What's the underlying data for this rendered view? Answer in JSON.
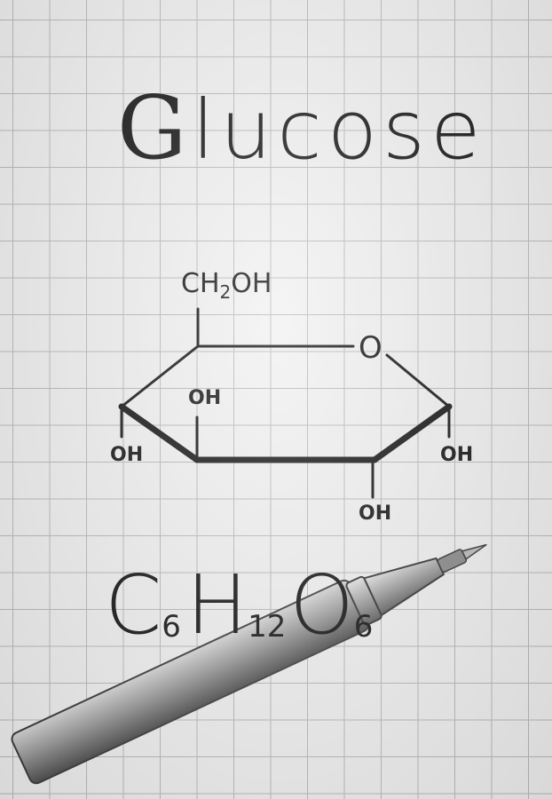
{
  "title": {
    "first": "G",
    "rest": "lucose"
  },
  "structure": {
    "substituent_top": "CH",
    "substituent_top_sub": "2",
    "substituent_top_tail": "OH",
    "ring_oxygen": "O",
    "oh_left": "OH",
    "oh_inner": "OH",
    "oh_right": "OH",
    "oh_bottom": "OH"
  },
  "formula": {
    "c": "C",
    "c_sub": "6",
    "h": "H",
    "h_sub": "12",
    "o": "O",
    "o_sub": "6"
  },
  "objects": {
    "pen": "pen-icon"
  }
}
